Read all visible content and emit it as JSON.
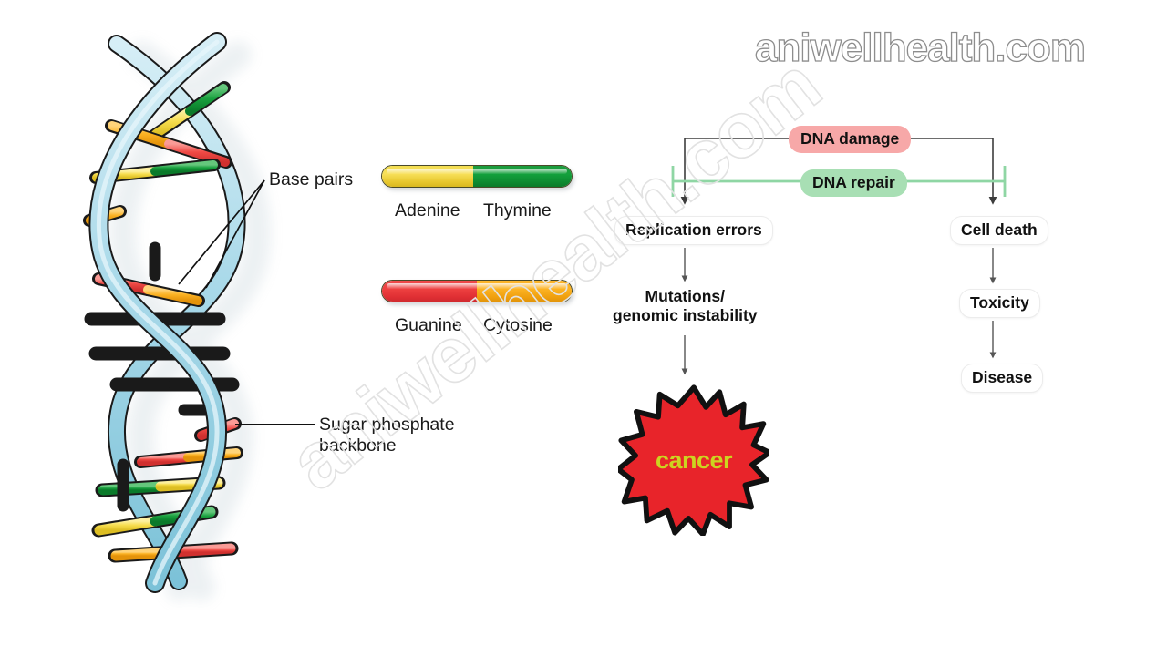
{
  "watermarks": {
    "top_right": "aniwellhealth.com",
    "diagonal": "aniwellhealth.com"
  },
  "dna_illustration": {
    "title": "DNA double helix",
    "labels": {
      "base_pairs": "Base pairs",
      "sugar_phosphate_backbone": "Sugar phosphate\nbackbone"
    },
    "colors": {
      "backbone_ribbon": "#a8d8e8",
      "backbone_outline": "#1a1a1a",
      "adenine": "#f5dd4e",
      "thymine": "#13a03c",
      "guanine": "#ee4040",
      "cytosine": "#fbb323",
      "shadow": "#c9d4da"
    }
  },
  "base_pair_legend": [
    {
      "id": "adenine-thymine",
      "left_base": "Adenine",
      "right_base": "Thymine",
      "left_color": "#f5dd4e",
      "right_color": "#13a03c"
    },
    {
      "id": "guanine-cytosine",
      "left_base": "Guanine",
      "right_base": "Cytosine",
      "left_color": "#ee4040",
      "right_color": "#fbb323"
    }
  ],
  "pathway": {
    "nodes": {
      "dna_damage": "DNA damage",
      "dna_repair": "DNA repair",
      "replication_errors": "Replication errors",
      "cell_death": "Cell death",
      "mutations": "Mutations/\ngenomic instability",
      "toxicity": "Toxicity",
      "disease": "Disease",
      "cancer": "cancer"
    },
    "colors": {
      "dna_damage_fill": "#f7a8a8",
      "dna_repair_fill": "#a8dfb4",
      "inhibition_line": "#8fd6a4",
      "arrow": "#4a4a4a",
      "cancer_fill": "#e8242a",
      "cancer_stroke": "#111111",
      "cancer_text": "#ccd420"
    },
    "edges": [
      {
        "from": "dna_damage",
        "to": "replication_errors",
        "type": "arrow"
      },
      {
        "from": "dna_damage",
        "to": "cell_death",
        "type": "arrow"
      },
      {
        "from": "dna_repair",
        "to": "replication_errors",
        "type": "inhibition"
      },
      {
        "from": "dna_repair",
        "to": "cell_death",
        "type": "inhibition"
      },
      {
        "from": "replication_errors",
        "to": "mutations",
        "type": "arrow"
      },
      {
        "from": "mutations",
        "to": "cancer",
        "type": "arrow"
      },
      {
        "from": "cell_death",
        "to": "toxicity",
        "type": "arrow"
      },
      {
        "from": "toxicity",
        "to": "disease",
        "type": "arrow"
      }
    ]
  }
}
